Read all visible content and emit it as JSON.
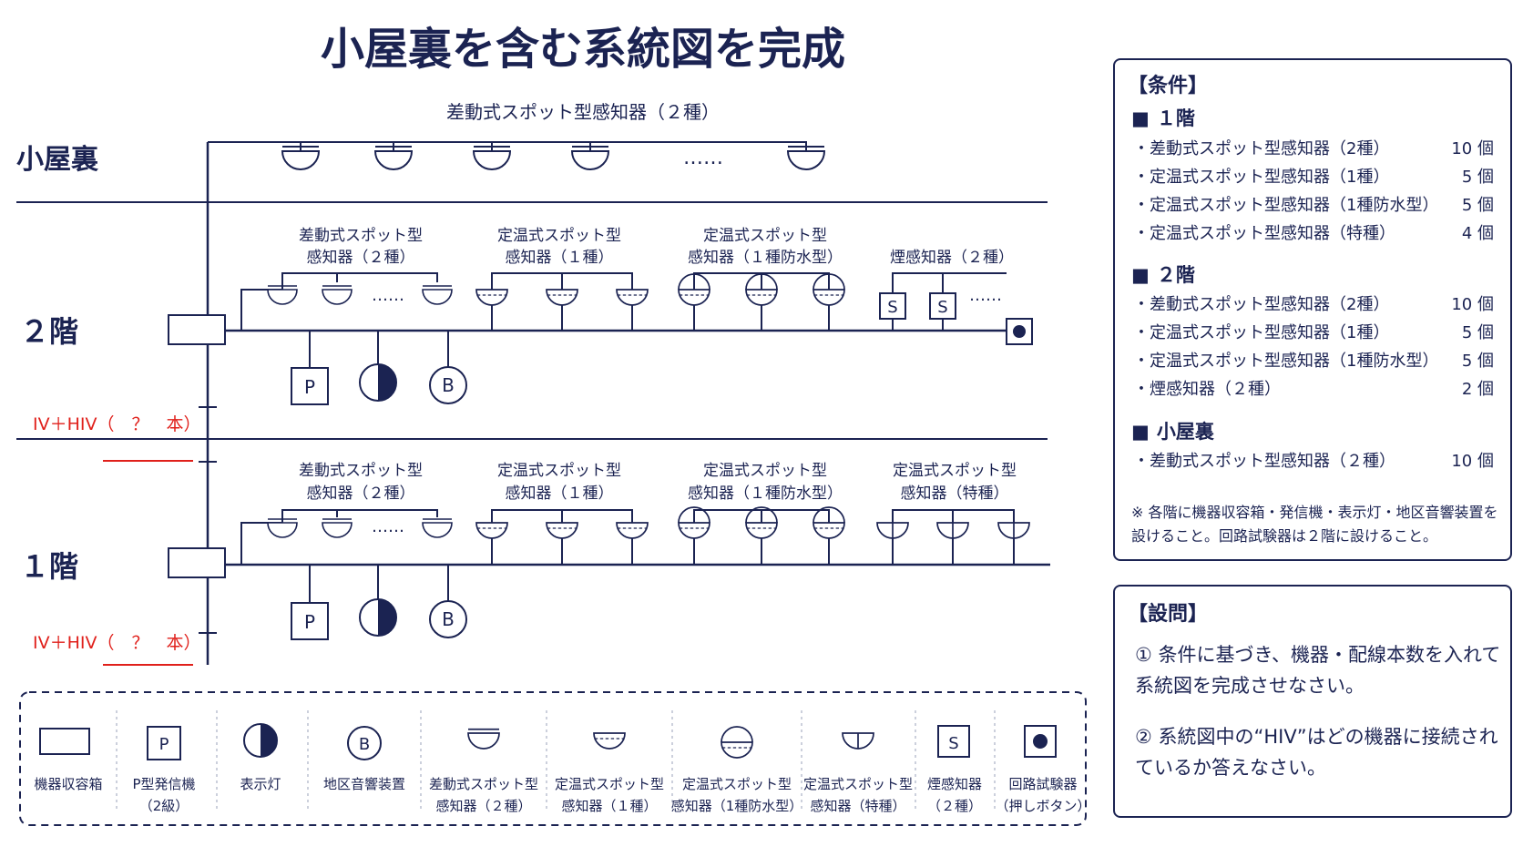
{
  "title": "小屋裏を含む系統図を完成",
  "floors": {
    "attic": "小屋裏",
    "floor2": "２階",
    "floor1": "１階"
  },
  "attic_label": "差動式スポット型感知器（２種）",
  "ellipsis": "……",
  "labels_2f": {
    "diff_l1": "差動式スポット型",
    "diff_l2": "感知器（２種）",
    "fix1_l1": "定温式スポット型",
    "fix1_l2": "感知器（１種）",
    "fixw_l1": "定温式スポット型",
    "fixw_l2": "感知器（１種防水型）",
    "smoke": "煙感知器（２種）"
  },
  "labels_1f": {
    "diff_l1": "差動式スポット型",
    "diff_l2": "感知器（２種）",
    "fix1_l1": "定温式スポット型",
    "fix1_l2": "感知器（１種）",
    "fixw_l1": "定温式スポット型",
    "fixw_l2": "感知器（１種防水型）",
    "fixs_l1": "定温式スポット型",
    "fixs_l2": "感知器（特種）"
  },
  "wire_label_1": "IV＋HIV（　？　本）",
  "wire_label_2": "IV＋HIV（　？　本）",
  "symbol_letters": {
    "p": "P",
    "b": "B",
    "s": "S"
  },
  "legend": [
    {
      "l1": "機器収容箱",
      "l2": ""
    },
    {
      "l1": "P型発信機",
      "l2": "（2級）"
    },
    {
      "l1": "表示灯",
      "l2": ""
    },
    {
      "l1": "地区音響装置",
      "l2": ""
    },
    {
      "l1": "差動式スポット型",
      "l2": "感知器（２種）"
    },
    {
      "l1": "定温式スポット型",
      "l2": "感知器（１種）"
    },
    {
      "l1": "定温式スポット型",
      "l2": "感知器（1種防水型）"
    },
    {
      "l1": "定温式スポット型",
      "l2": "感知器（特種）"
    },
    {
      "l1": "煙感知器",
      "l2": "（２種）"
    },
    {
      "l1": "回路試験器",
      "l2": "（押しボタン）"
    }
  ],
  "conditions": {
    "title": "【条件】",
    "sections": [
      {
        "heading": "１階",
        "items": [
          {
            "name": "差動式スポット型感知器（2種）",
            "count": "10 個"
          },
          {
            "name": "定温式スポット型感知器（1種）",
            "count": "5 個"
          },
          {
            "name": "定温式スポット型感知器（1種防水型）",
            "count": "5 個"
          },
          {
            "name": "定温式スポット型感知器（特種）",
            "count": "4 個"
          }
        ]
      },
      {
        "heading": "２階",
        "items": [
          {
            "name": "差動式スポット型感知器（2種）",
            "count": "10 個"
          },
          {
            "name": "定温式スポット型感知器（1種）",
            "count": "5 個"
          },
          {
            "name": "定温式スポット型感知器（1種防水型）",
            "count": "5 個"
          },
          {
            "name": "煙感知器（２種）",
            "count": "2 個"
          }
        ]
      },
      {
        "heading": "小屋裏",
        "items": [
          {
            "name": "差動式スポット型感知器（２種）",
            "count": "10 個"
          }
        ]
      }
    ],
    "note": "※ 各階に機器収容箱・発信機・表示灯・地区音響装置を設けること。回路試験器は２階に設けること。"
  },
  "questions": {
    "title": "【設問】",
    "q1": "① 条件に基づき、機器・配線本数を入れて系統図を完成させなさい。",
    "q2": "② 系統図中の“HIV”はどの機器に接続されているか答えなさい。"
  },
  "colors": {
    "ink": "#1b2352",
    "accent": "#e0201b"
  }
}
